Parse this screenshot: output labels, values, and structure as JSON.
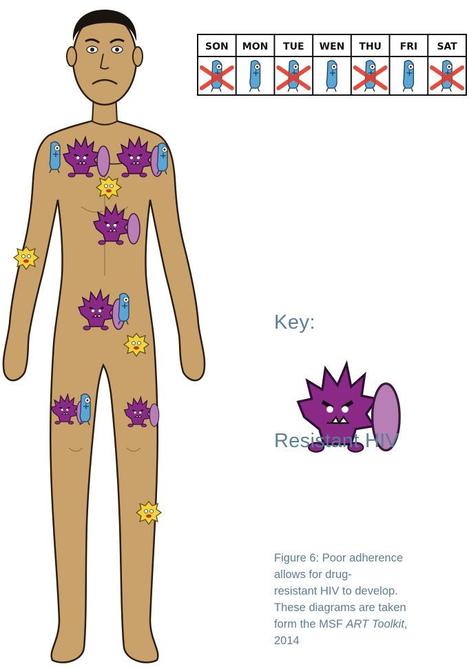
{
  "calendar": {
    "days": [
      "SON",
      "MON",
      "TUE",
      "WEN",
      "THU",
      "FRI",
      "SAT"
    ],
    "dose_missed": [
      true,
      false,
      true,
      false,
      true,
      false,
      true
    ]
  },
  "key": {
    "title": "Key:",
    "label": "Resistant HIV"
  },
  "caption": {
    "line1": "Figure 6: Poor adherence",
    "line2": "allows for drug-",
    "line3": "resistant HIV to develop.",
    "line4": "These diagrams are taken",
    "line5_prefix": "form the MSF ",
    "line5_title": "ART Toolkit",
    "line5_suffix": ",",
    "line6": "2014"
  },
  "colors": {
    "skin": "#c9a26b",
    "outline": "#2b1d10",
    "resistant_hiv": "#8a2a86",
    "shield": "#b77fb5",
    "yellow_virus": "#f3d33a",
    "cd4_cell": "#5aa7d6",
    "missed_x": "#e23a2a",
    "text": "#5a7f9a"
  }
}
